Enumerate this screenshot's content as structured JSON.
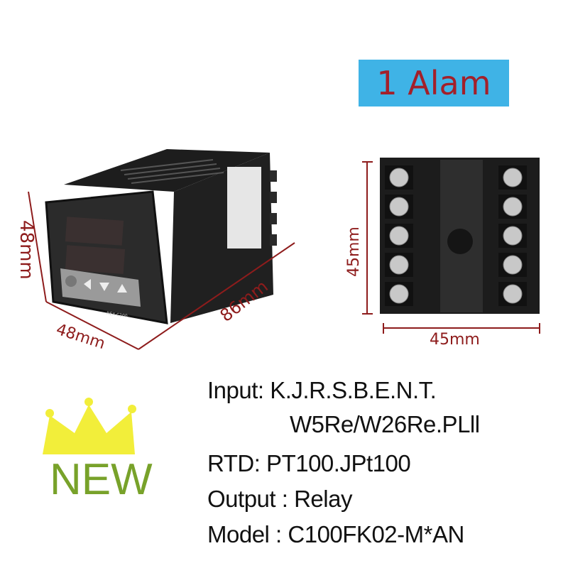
{
  "banner": {
    "label": "1 Alam",
    "background": "#3fb3e6",
    "text_color": "#a3202a"
  },
  "controller": {
    "model_label": "REX-C100",
    "dimensions": {
      "height": "48mm",
      "width": "48mm",
      "depth": "86mm"
    }
  },
  "terminal_block": {
    "dimensions": {
      "height": "45mm",
      "width": "45mm"
    }
  },
  "badge": {
    "label": "NEW",
    "crown_color": "#f2ee3a",
    "text_color": "#78a22a"
  },
  "specs": [
    "Input: K.J.R.S.B.E.N.T.",
    "W5Re/W26Re.PLll",
    "RTD: PT100.JPt100",
    "Output : Relay",
    "Model : C100FK02-M*AN"
  ],
  "dimension_color": "#8e1c1c"
}
